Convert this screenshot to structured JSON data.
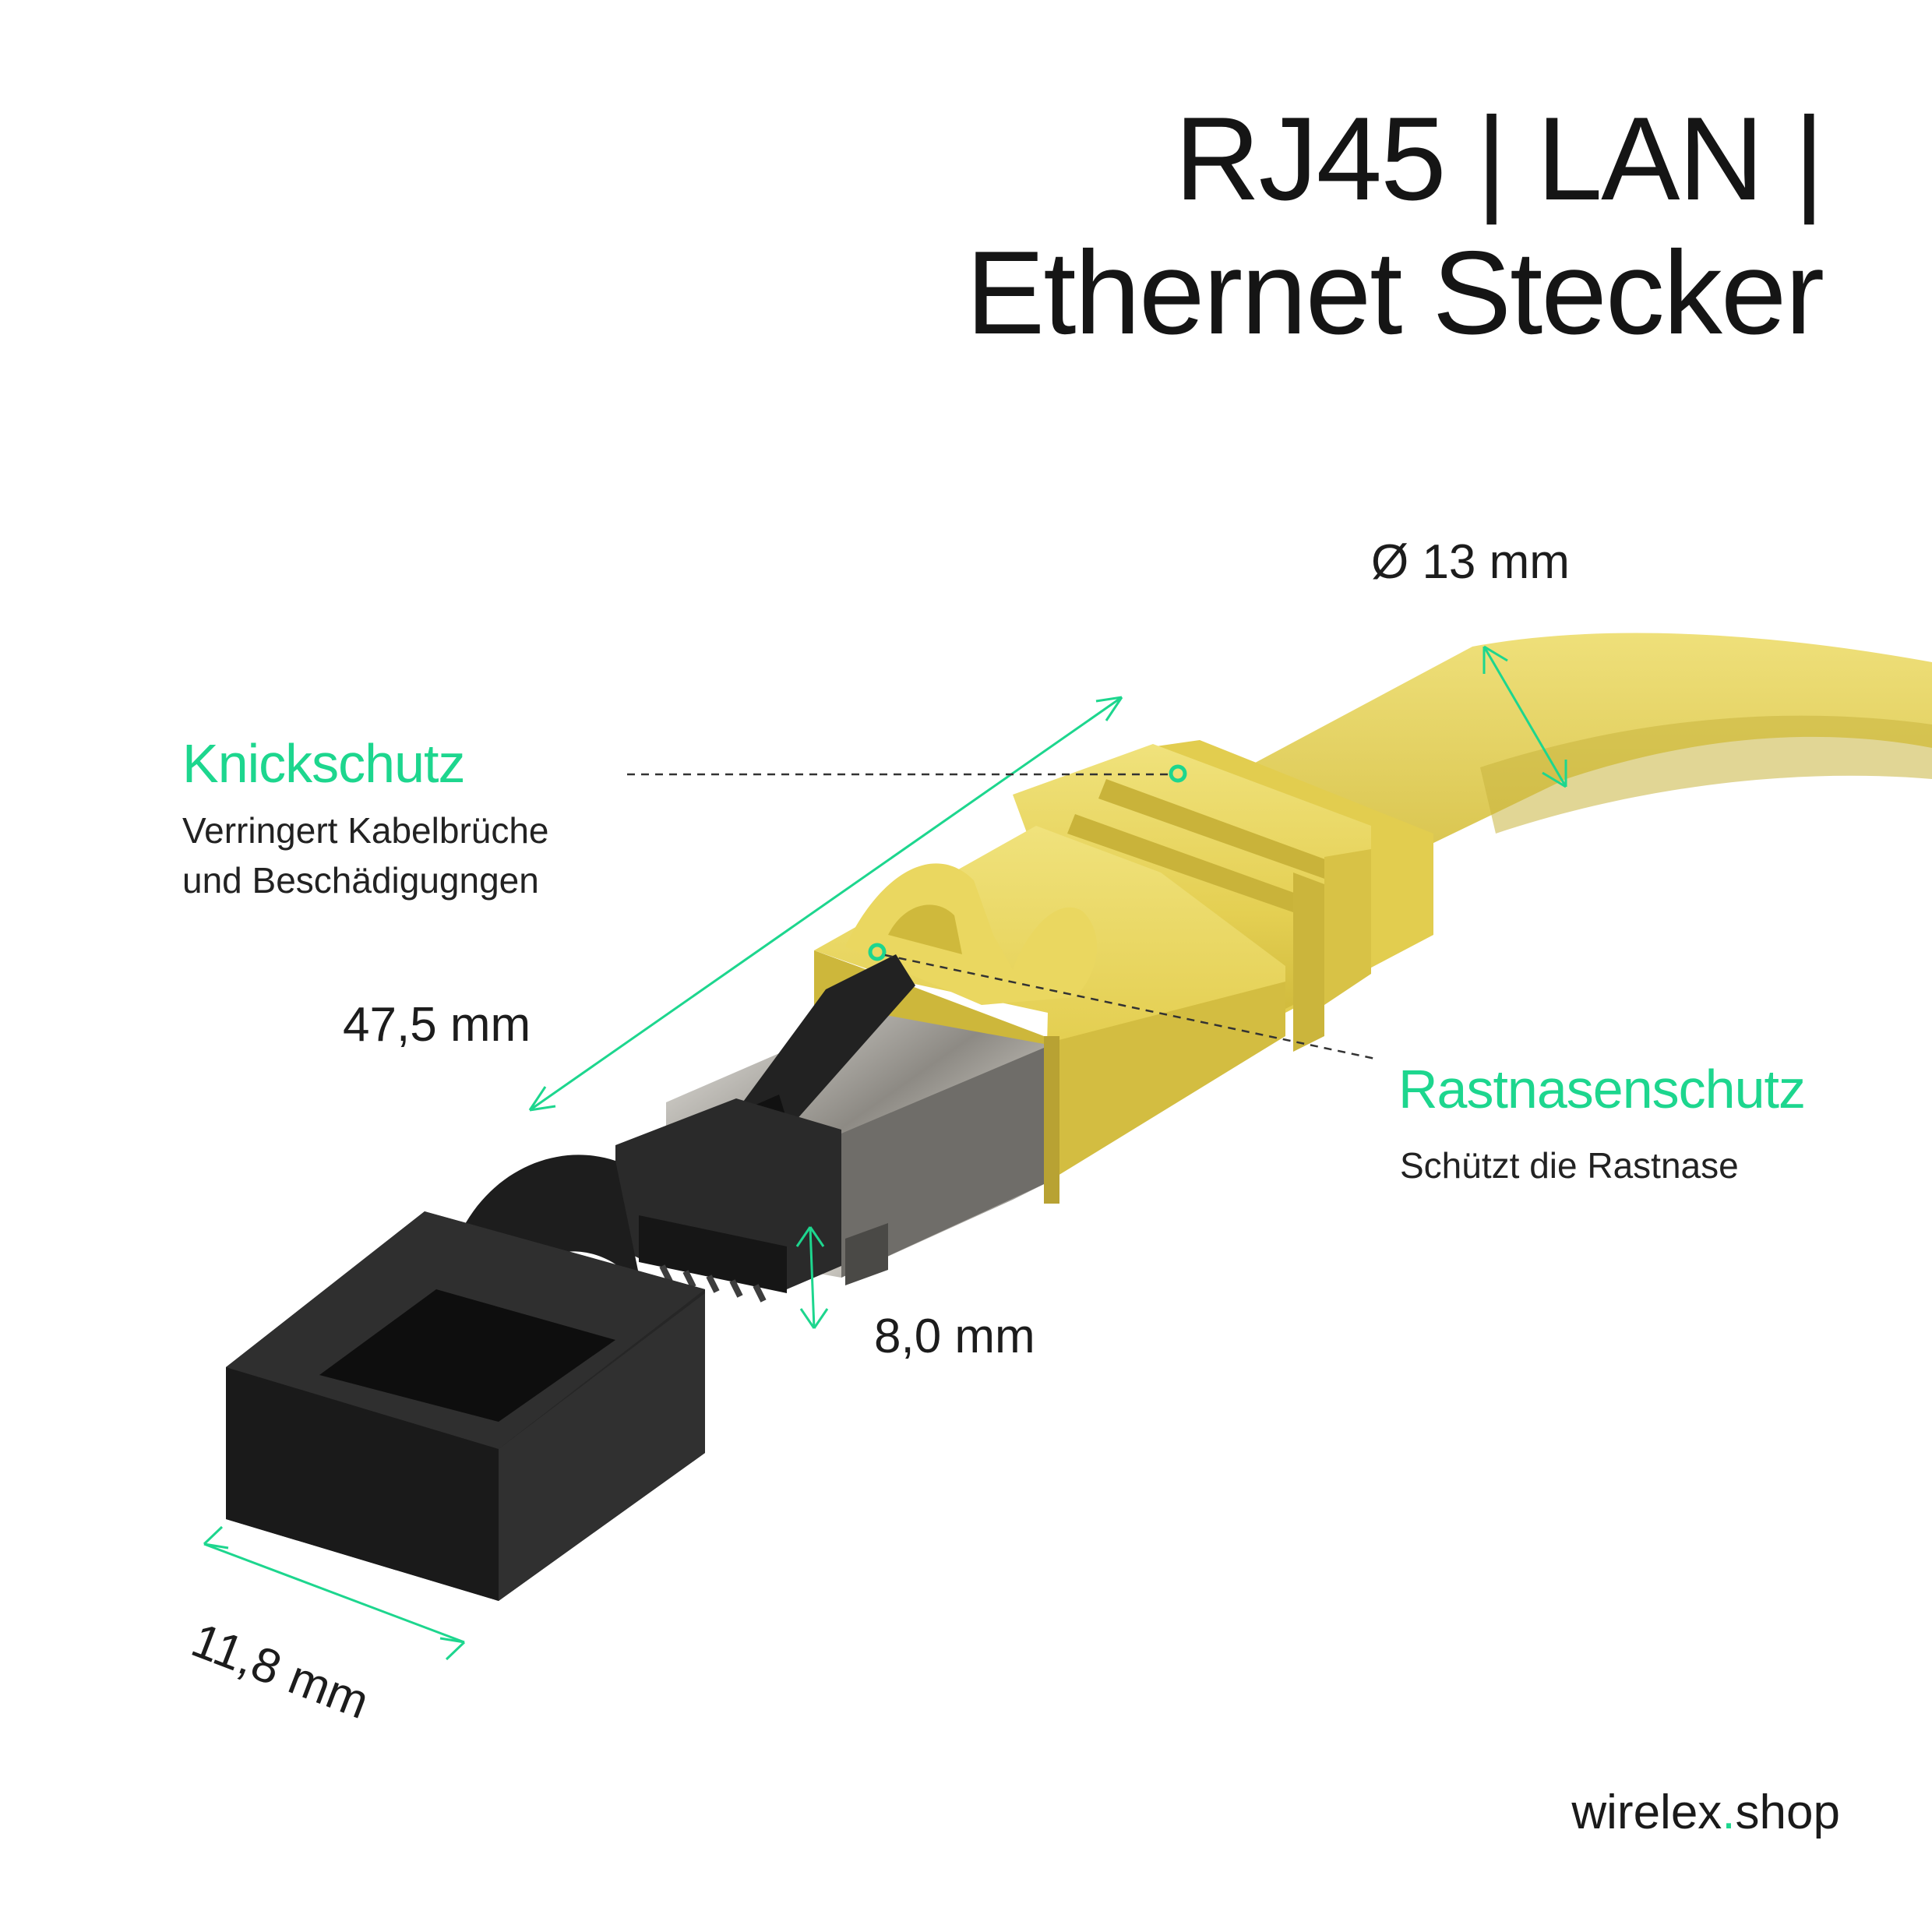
{
  "title": {
    "line1": "RJ45 | LAN |",
    "line2": "Ethernet Stecker"
  },
  "callouts": {
    "knickschutz": {
      "heading": "Knickschutz",
      "line1": "Verringert Kabelbrüche",
      "line2": "und Beschädigugngen"
    },
    "rastnasenschutz": {
      "heading": "Rastnasenschutz",
      "line1": "Schützt die Rastnase"
    }
  },
  "dimensions": {
    "diameter": "Ø 13 mm",
    "length": "47,5 mm",
    "height": "8,0 mm",
    "width": "11,8 mm"
  },
  "brand": {
    "name": "wirelex",
    "dot": ".",
    "tld": "shop"
  },
  "colors": {
    "accent": "#1dd68e",
    "cable_yellow": "#e8d55c",
    "boot_yellow": "#e6d35a",
    "connector_metal": "#a9a7a2",
    "cap_black": "#1e1e1e"
  }
}
